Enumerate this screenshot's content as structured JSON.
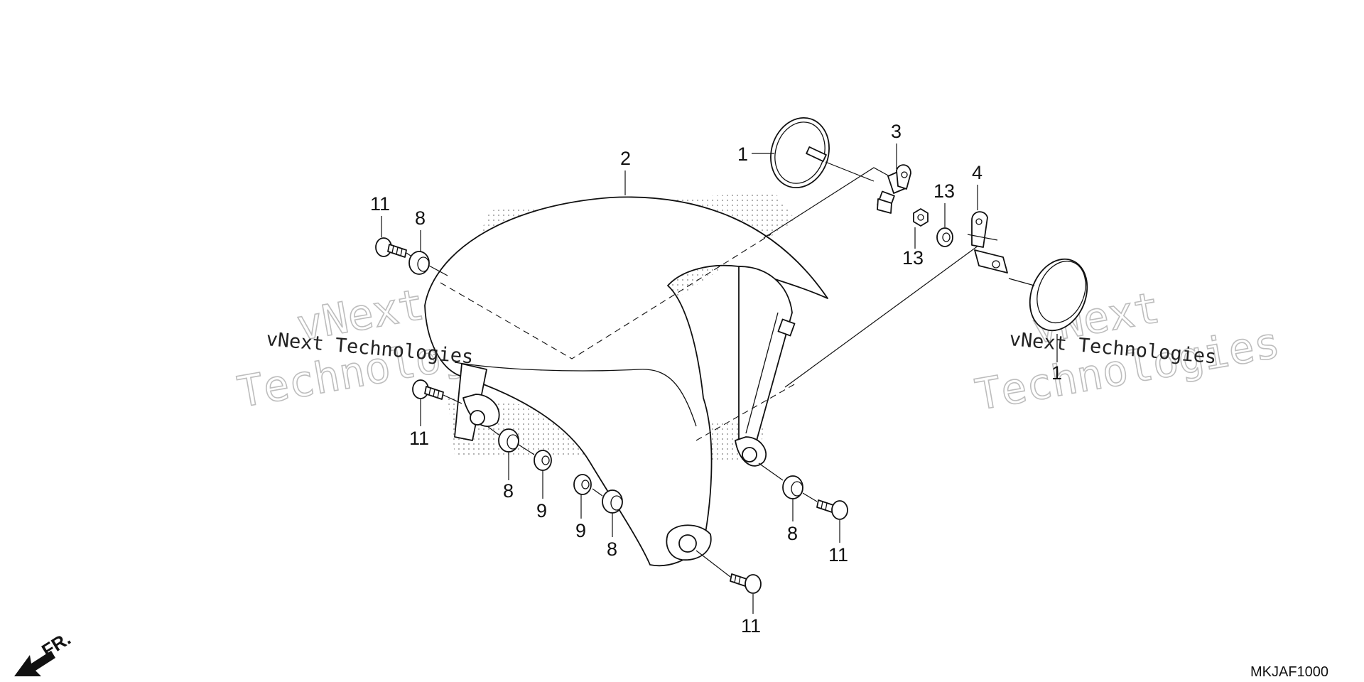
{
  "diagram": {
    "callouts": {
      "c_1_top": "1",
      "c_1_right": "1",
      "c_2": "2",
      "c_3": "3",
      "c_4": "4",
      "c_13_upper": "13",
      "c_13_lower": "13",
      "c_11_topleft": "11",
      "c_8_topleft": "8",
      "c_11_left": "11",
      "c_8_left": "8",
      "c_9_left": "9",
      "c_9_center": "9",
      "c_8_center": "8",
      "c_8_right": "8",
      "c_11_right": "11",
      "c_11_bottom": "11"
    },
    "watermark": {
      "line1": "vNext",
      "line2": "Technologies",
      "inline": "vNext Technologies"
    },
    "direction_label": "FR.",
    "reference_code": "MKJAF1000",
    "colors": {
      "line": "#111111",
      "watermark_outline": "#bdbdbd",
      "background": "#ffffff"
    }
  }
}
